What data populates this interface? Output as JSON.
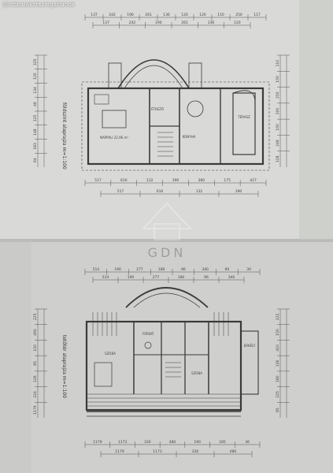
{
  "watermark": {
    "site_text": "@lobbalakotssingatlanok",
    "logo_text": "GDN"
  },
  "plans": [
    {
      "title": "földszint alaprajza m=1:100",
      "dims_top": [
        "137",
        "242",
        "190",
        "261",
        "136",
        "120",
        "120",
        "110",
        "250",
        "117"
      ],
      "dims_bottom": [
        "517",
        "616",
        "132",
        "390",
        "380",
        "175",
        "427"
      ],
      "dims_side_left": [
        "325",
        "120",
        "134",
        "48",
        "125",
        "148",
        "163",
        "64"
      ],
      "dims_side_right": [
        "110",
        "150",
        "250",
        "200",
        "150",
        "248",
        "128"
      ],
      "room_labels": [
        "NAPPALI 22,96 m²",
        "KONYHA",
        "ÉTKEZŐ",
        "TERASZ"
      ]
    },
    {
      "title": "tetőtér alaprajza m=1:100",
      "dims_top": [
        "514",
        "190",
        "277",
        "180",
        "96",
        "340",
        "90",
        "30"
      ],
      "dims_bottom": [
        "1179",
        "1173",
        "330",
        "480",
        "190",
        "185",
        "36"
      ],
      "dims_side_left": [
        "225",
        "490",
        "120",
        "85",
        "126",
        "224",
        "1179"
      ],
      "dims_side_right": [
        "222",
        "150",
        "410",
        "126",
        "180",
        "225",
        "85"
      ],
      "room_labels": [
        "SZOBA",
        "FÜRDŐ",
        "SZOBA",
        "ERKÉLY"
      ]
    }
  ]
}
